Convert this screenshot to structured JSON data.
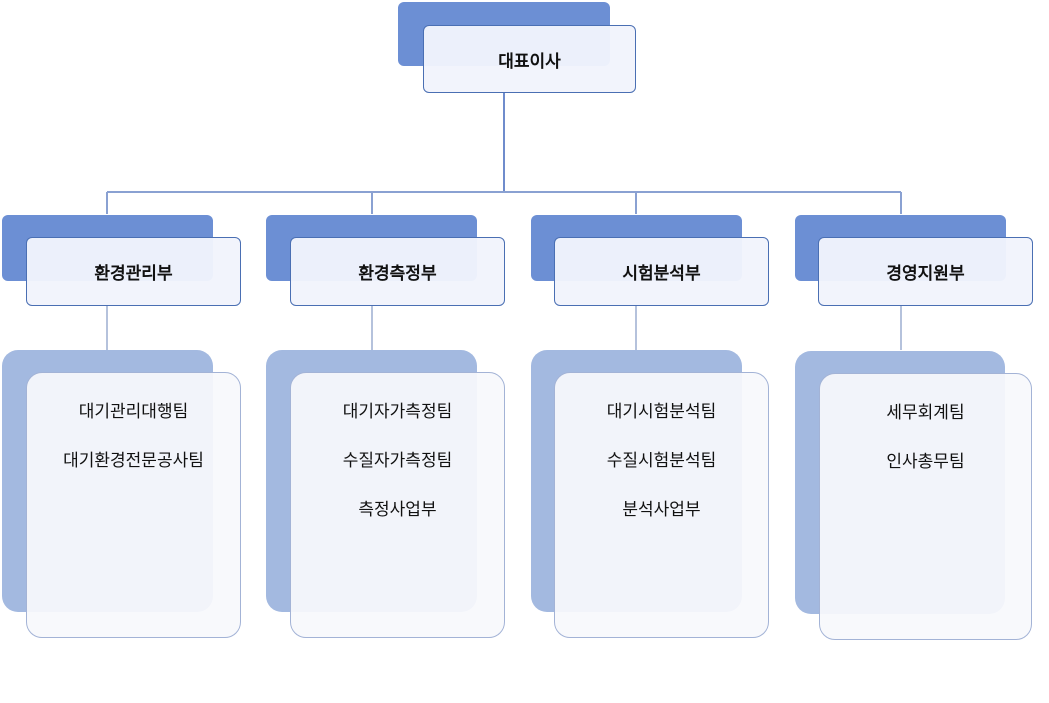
{
  "org": {
    "root": {
      "label": "대표이사"
    },
    "departments": [
      {
        "label": "환경관리부",
        "teams": [
          "대기관리대행팀",
          "대기환경전문공사팀"
        ]
      },
      {
        "label": "환경측정부",
        "teams": [
          "대기자가측정팀",
          "수질자가측정팀",
          "측정사업부"
        ]
      },
      {
        "label": "시험분석부",
        "teams": [
          "대기시험분석팀",
          "수질시험분석팀",
          "분석사업부"
        ]
      },
      {
        "label": "경영지원부",
        "teams": [
          "세무회계팀",
          "인사총무팀"
        ]
      }
    ]
  },
  "colors": {
    "head_shadow": "#6c8fd4",
    "team_shadow": "#a3b9e0",
    "head_border": "#4a6fb3",
    "team_border": "#a3b3d6",
    "connector": "#6f8ccc"
  }
}
